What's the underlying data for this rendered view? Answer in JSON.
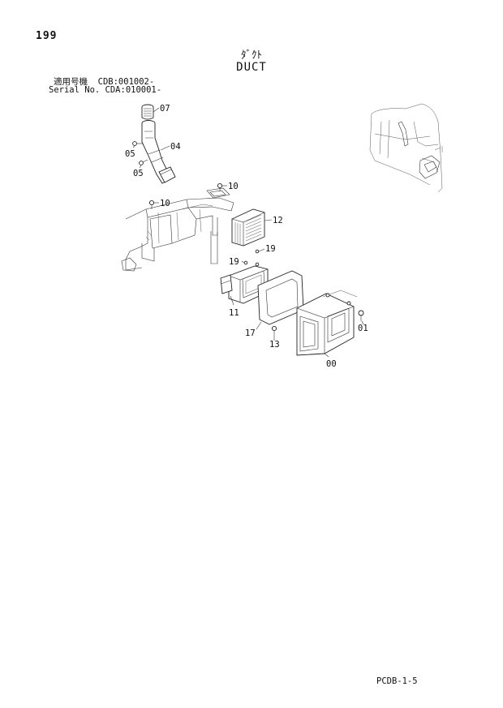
{
  "header": {
    "page_number": "199",
    "title_jp": "ﾀﾞｸﾄ",
    "title_en": "DUCT",
    "serial_jp": "適用号機  CDB:001002-",
    "serial_en": "Serial No. CDA:010001-"
  },
  "callouts": [
    "07",
    "04",
    "05",
    "05",
    "10",
    "10",
    "12",
    "19",
    "19",
    "11",
    "17",
    "13",
    "01",
    "00"
  ],
  "footer": {
    "code": "PCDB-1-5"
  }
}
